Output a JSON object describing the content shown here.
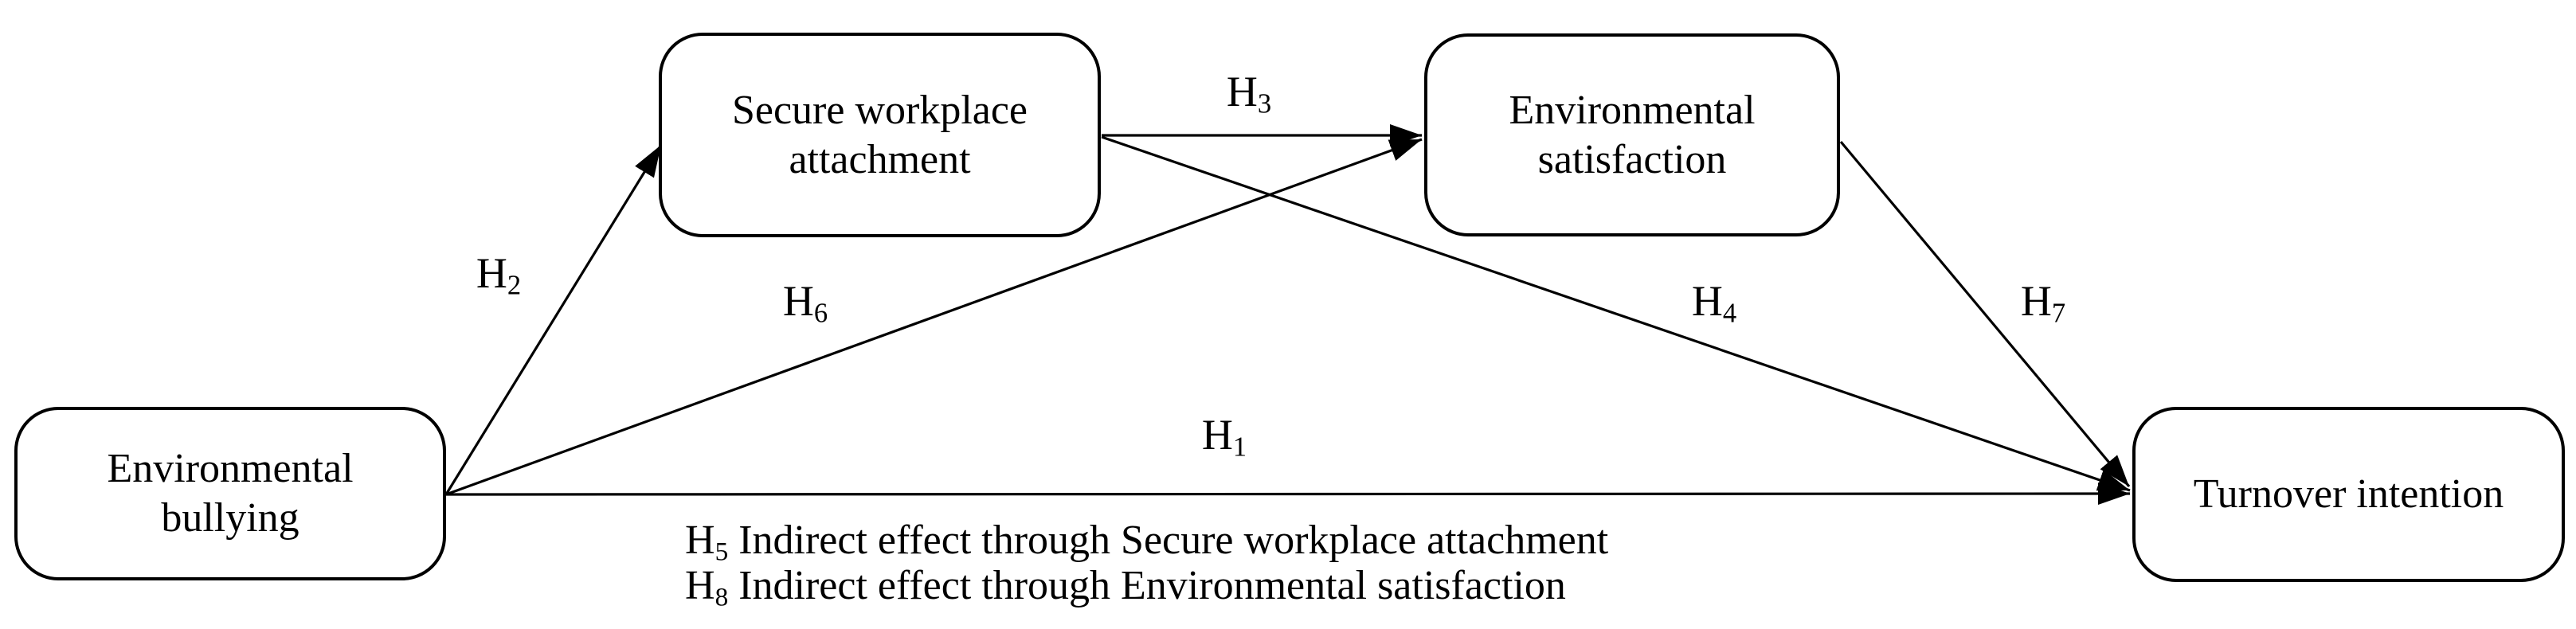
{
  "figure": {
    "type": "path-diagram",
    "description": "Hypothesized mediation model",
    "colors": {
      "background": "#ffffff",
      "stroke": "#000000",
      "text": "#000000"
    }
  },
  "nodes": [
    {
      "id": "environmental-bullying",
      "lines": [
        "Environmental",
        "bullying"
      ]
    },
    {
      "id": "secure-workplace-attachment",
      "lines": [
        "Secure workplace",
        "attachment"
      ]
    },
    {
      "id": "environmental-satisfaction",
      "lines": [
        "Environmental",
        "satisfaction"
      ]
    },
    {
      "id": "turnover-intention",
      "lines": [
        "Turnover intention"
      ]
    }
  ],
  "hypotheses": {
    "h1": {
      "base": "H",
      "sub": "1"
    },
    "h2": {
      "base": "H",
      "sub": "2"
    },
    "h3": {
      "base": "H",
      "sub": "3"
    },
    "h4": {
      "base": "H",
      "sub": "4"
    },
    "h6": {
      "base": "H",
      "sub": "6"
    },
    "h7": {
      "base": "H",
      "sub": "7"
    }
  },
  "edges": [
    {
      "hypothesis": "H1",
      "from": "Environmental bullying",
      "to": "Turnover intention"
    },
    {
      "hypothesis": "H2",
      "from": "Environmental bullying",
      "to": "Secure workplace attachment"
    },
    {
      "hypothesis": "H3",
      "from": "Secure workplace attachment",
      "to": "Environmental satisfaction"
    },
    {
      "hypothesis": "H4",
      "from": "Secure workplace attachment",
      "to": "Turnover intention"
    },
    {
      "hypothesis": "H6",
      "from": "Environmental bullying",
      "to": "Environmental satisfaction"
    },
    {
      "hypothesis": "H7",
      "from": "Environmental satisfaction",
      "to": "Turnover intention"
    }
  ],
  "notes": [
    {
      "base": "H",
      "sub": "5",
      "text": "Indirect effect through Secure workplace attachment"
    },
    {
      "base": "H",
      "sub": "8",
      "text": "Indirect effect through Environmental satisfaction"
    }
  ]
}
